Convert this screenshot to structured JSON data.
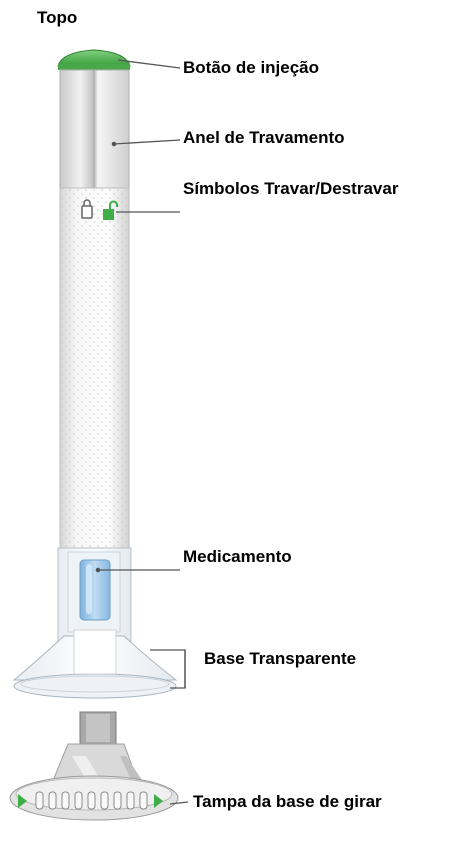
{
  "labels": {
    "topo": "Topo",
    "botao": "Botão de injeção",
    "anel": "Anel de Travamento",
    "simbolos": "Símbolos Travar/Destravar",
    "medicamento": "Medicamento",
    "base": "Base Transparente",
    "tampa": "Tampa da base de girar"
  },
  "colors": {
    "button_green": "#5cb85c",
    "symbol_green": "#3fae49",
    "medicine_blue": "#9cc7e8",
    "leader_line": "#555555"
  }
}
